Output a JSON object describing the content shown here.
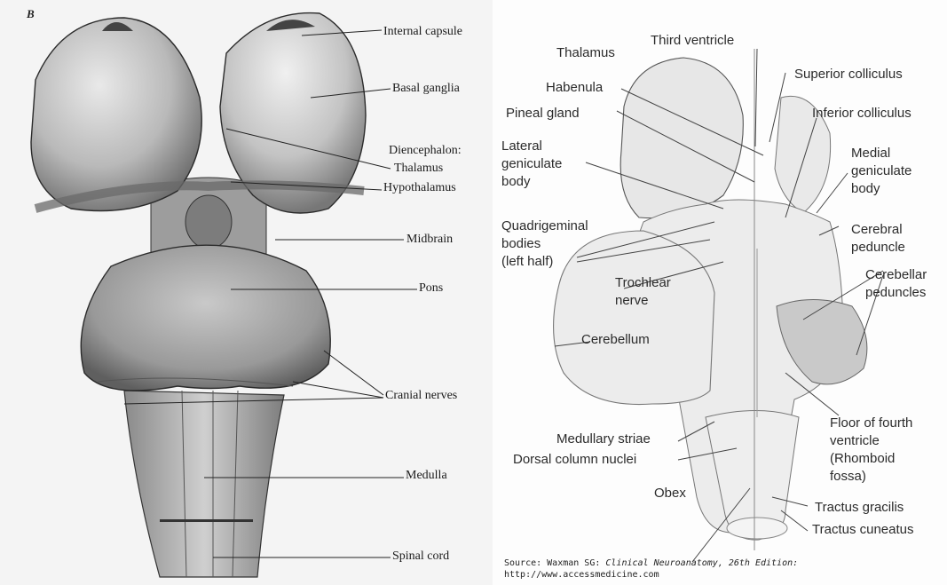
{
  "left_panel": {
    "letter": "B",
    "labels": {
      "internal_capsule": "Internal capsule",
      "basal_ganglia": "Basal ganglia",
      "diencephalon": "Diencephalon:",
      "thalamus": "Thalamus",
      "hypothalamus": "Hypothalamus",
      "midbrain": "Midbrain",
      "pons": "Pons",
      "cranial_nerves": "Cranial nerves",
      "medulla": "Medulla",
      "spinal_cord": "Spinal cord"
    }
  },
  "right_panel": {
    "labels": {
      "third_ventricle": "Third ventricle",
      "thalamus": "Thalamus",
      "superior_colliculus": "Superior colliculus",
      "habenula": "Habenula",
      "pineal_gland": "Pineal gland",
      "inferior_colliculus": "Inferior colliculus",
      "lateral_geniculate_body": [
        "Lateral",
        "geniculate",
        "body"
      ],
      "medial_geniculate_body": [
        "Medial",
        "geniculate",
        "body"
      ],
      "quadrigeminal_bodies": [
        "Quadrigeminal",
        "bodies",
        "(left half)"
      ],
      "cerebral_peduncle": [
        "Cerebral",
        "peduncle"
      ],
      "cerebellar_peduncles": [
        "Cerebellar",
        "peduncles"
      ],
      "trochlear_nerve": [
        "Trochlear",
        "nerve"
      ],
      "cerebellum": "Cerebellum",
      "floor_fourth_ventricle": [
        "Floor of fourth",
        "ventricle",
        "(Rhomboid",
        "fossa)"
      ],
      "medullary_striae": "Medullary striae",
      "dorsal_column_nuclei": "Dorsal column nuclei",
      "obex": "Obex",
      "tractus_gracilis": "Tractus gracilis",
      "tractus_cuneatus": "Tractus cuneatus"
    }
  },
  "source": {
    "prefix": "Source: Waxman SG: ",
    "title": "Clinical Neuroanatomy, 26th Edition:",
    "url": "http://www.accessmedicine.com"
  }
}
